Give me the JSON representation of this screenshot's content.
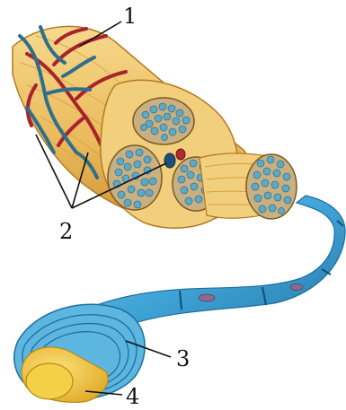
{
  "labels": {
    "l1": "1",
    "l2": "2",
    "l3": "3",
    "l4": "4"
  },
  "colors": {
    "nerve_sheath": "#eec466",
    "nerve_dark": "#c98e2c",
    "nerve_light": "#f7dc8e",
    "artery": "#a8232c",
    "vein": "#2f6f8e",
    "fascicle_fill": "#b9a07a",
    "fiber_cell": "#5fa9c4",
    "fiber_dot": "#2d6f8a",
    "myelin": "#3fa3d6",
    "myelin_dark": "#1f6f9e",
    "myelin_light": "#8fd0ef",
    "axon": "#f0c53a",
    "axon_light": "#fbe27a",
    "nucleus": "#8a6b8e",
    "leader": "#111111"
  },
  "icons": [
    "artery-vessel-icon",
    "vein-vessel-icon",
    "fascicle-icon",
    "myelin-sheath-icon",
    "axon-icon"
  ]
}
